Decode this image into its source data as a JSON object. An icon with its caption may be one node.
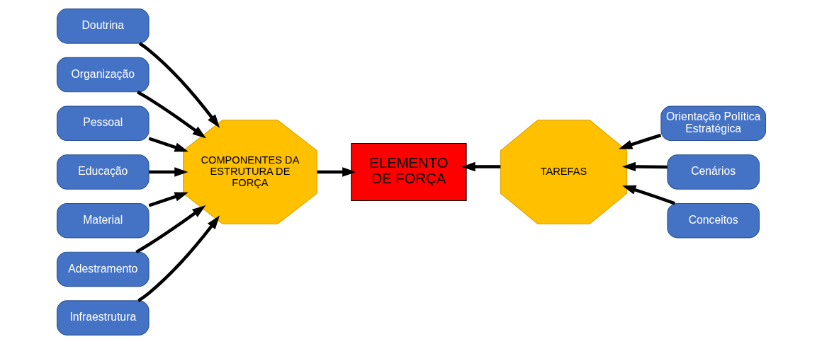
{
  "diagram": {
    "nodes": [
      {
        "text": [
          "Doutrina"
        ]
      },
      {
        "text": [
          "Organização"
        ]
      },
      {
        "text": [
          "Pessoal"
        ]
      },
      {
        "text": [
          "Educação"
        ]
      },
      {
        "text": [
          "Material"
        ]
      },
      {
        "text": [
          "Adestramento"
        ]
      },
      {
        "text": [
          "Infraestrutura"
        ]
      },
      {
        "text": [
          "COMPONENTES DA ESTRUTURA DE FORÇA"
        ]
      },
      {
        "text": [
          "ELEMENTO DE FORÇA"
        ]
      },
      {
        "text": [
          "TAREFAS"
        ]
      },
      {
        "text": [
          "Orientação Política Estratégica"
        ]
      },
      {
        "text": [
          "Cenários"
        ]
      },
      {
        "text": [
          "Conceitos"
        ]
      }
    ],
    "edges": [
      {
        "from": 0,
        "to": 7,
        "arrow": "to"
      },
      {
        "from": 1,
        "to": 7,
        "arrow": "to"
      },
      {
        "from": 2,
        "to": 7,
        "arrow": "to"
      },
      {
        "from": 3,
        "to": 7,
        "arrow": "to"
      },
      {
        "from": 4,
        "to": 7,
        "arrow": "to"
      },
      {
        "from": 5,
        "to": 7,
        "arrow": "to"
      },
      {
        "from": 6,
        "to": 7,
        "arrow": "to"
      },
      {
        "from": 7,
        "to": 8,
        "arrow": "to"
      },
      {
        "from": 9,
        "to": 8,
        "arrow": "to"
      },
      {
        "from": 10,
        "to": 9,
        "arrow": "to"
      },
      {
        "from": 11,
        "to": 9,
        "arrow": "to"
      },
      {
        "from": 12,
        "to": 9,
        "arrow": "to"
      }
    ]
  }
}
